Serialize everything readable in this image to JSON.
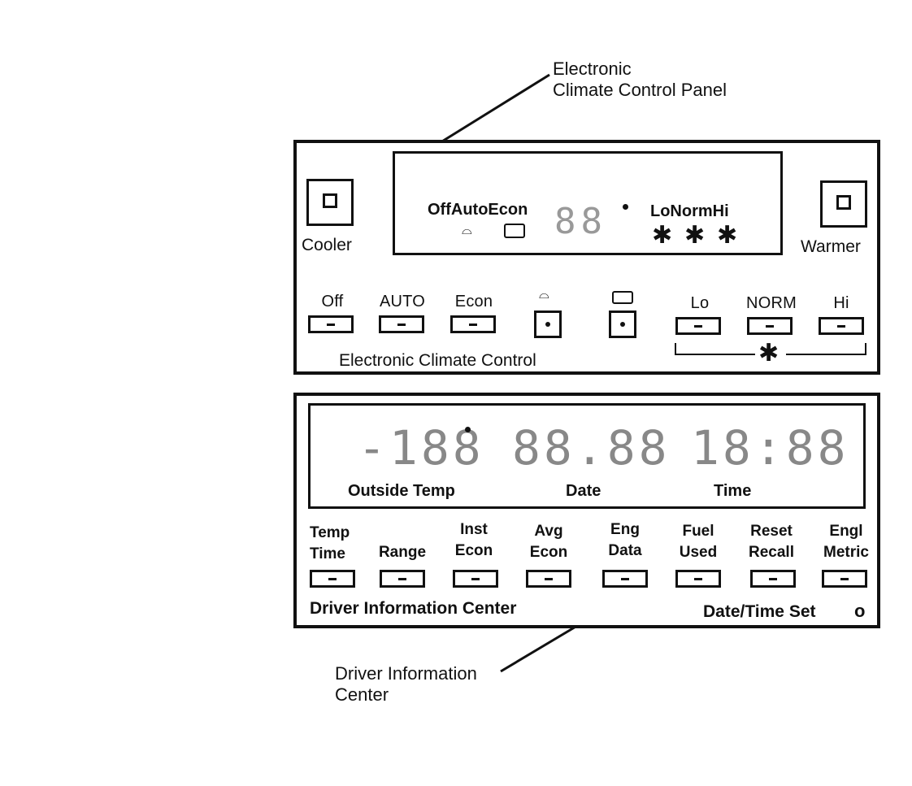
{
  "callouts": {
    "top": "Electronic\nClimate Control Panel",
    "bottom": "Driver Information\nCenter"
  },
  "climate": {
    "left_button_label": "Cooler",
    "right_button_label": "Warmer",
    "lcd": {
      "mode_text": "OffAutoEcon",
      "fan_text": "LoNormHi",
      "temp_digits": "88",
      "defrost_icon": "windshield-defrost-icon",
      "rear_defrost_icon": "rear-defrost-icon",
      "fan_icon": "fan-icon"
    },
    "buttons": [
      {
        "label": "Off"
      },
      {
        "label": "AUTO"
      },
      {
        "label": "Econ"
      },
      {
        "icon": "windshield-defrost-icon"
      },
      {
        "icon": "rear-defrost-icon"
      },
      {
        "label": "Lo"
      },
      {
        "label": "NORM"
      },
      {
        "label": "Hi"
      }
    ],
    "panel_title": "Electronic Climate Control"
  },
  "dic": {
    "lcd": {
      "temp_digits": "-188",
      "date_digits": "88.88",
      "time_digits": "18:88",
      "labels": [
        "Outside Temp",
        "Date",
        "Time"
      ]
    },
    "buttons": [
      {
        "label": "Temp\nTime"
      },
      {
        "label": "Range"
      },
      {
        "label": "Inst\nEcon"
      },
      {
        "label": "Avg\nEcon"
      },
      {
        "label": "Eng\nData"
      },
      {
        "label": "Fuel\nUsed"
      },
      {
        "label": "Reset\nRecall"
      },
      {
        "label": "Engl\nMetric"
      }
    ],
    "panel_title": "Driver Information Center",
    "date_time_set": "Date/Time Set",
    "indicator": "o"
  }
}
